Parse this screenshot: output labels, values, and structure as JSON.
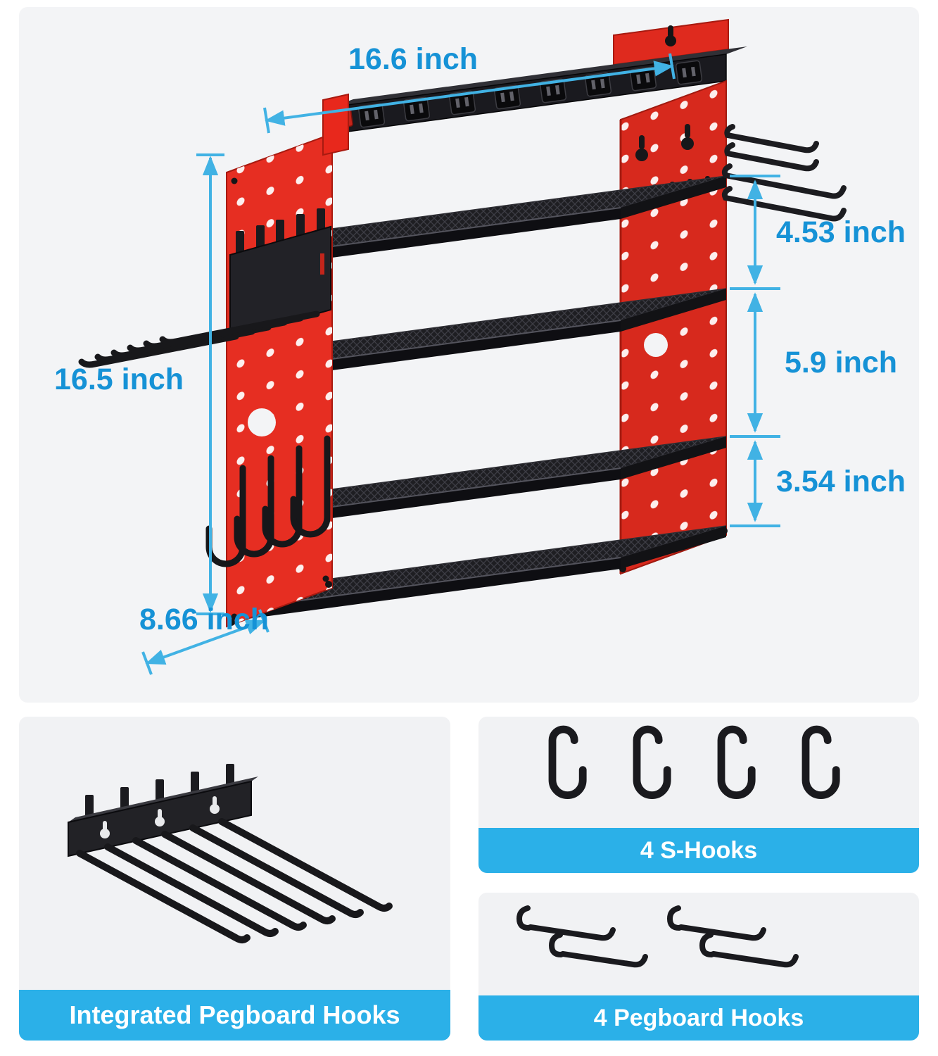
{
  "hero": {
    "dimensions": {
      "top_width": "16.6 inch",
      "left_height": "16.5 inch",
      "bottom_depth": "8.66 inch",
      "right_top_gap": "4.53 inch",
      "right_middle_gap": "5.9 inch",
      "right_bottom_gap": "3.54 inch"
    }
  },
  "panels": {
    "integrated_hooks": {
      "caption": "Integrated Pegboard Hooks"
    },
    "s_hooks": {
      "caption": "4 S-Hooks"
    },
    "pegboard_hooks": {
      "caption": "4 Pegboard Hooks"
    }
  },
  "colors": {
    "dimension_text": "#1692d6",
    "dimension_arrow": "#41b2e4",
    "caption_bg": "#2bb0e8",
    "caption_text": "#ffffff",
    "product_red": "#e62e22",
    "product_black": "#1a1a1f",
    "panel_bg": "#f1f2f4"
  }
}
